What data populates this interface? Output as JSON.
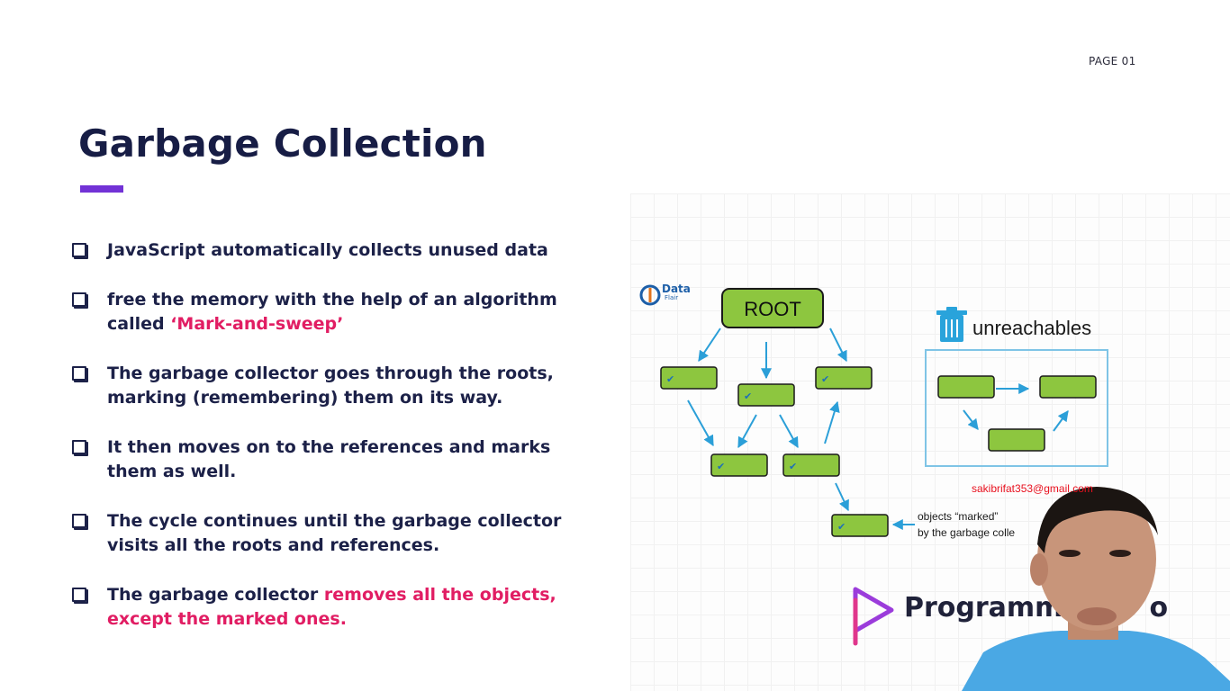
{
  "page": {
    "number_label": "PAGE 01"
  },
  "slide": {
    "title": "Garbage Collection",
    "bullets": [
      {
        "text": "JavaScript automatically collects unused data",
        "highlight": ""
      },
      {
        "text": "free the memory with the help of an algorithm called ",
        "highlight": "‘Mark-and-sweep’"
      },
      {
        "text": "The garbage collector goes through the roots, marking (remembering) them on its way.",
        "highlight": ""
      },
      {
        "text": "It then moves on to the references and marks them as well.",
        "highlight": ""
      },
      {
        "text": "The cycle continues until the garbage collector visits all the roots and references.",
        "highlight": ""
      },
      {
        "text": "The garbage collector ",
        "highlight": "removes all the objects, except the marked ones."
      }
    ]
  },
  "diagram": {
    "brand_top": "Data",
    "brand_bottom": "Flair",
    "root_label": "ROOT",
    "unreachables_label": "unreachables",
    "marked_caption_1": "objects “marked”",
    "marked_caption_2": "by the garbage colle",
    "check_glyph": "✔",
    "colors": {
      "node": "#8dc63f",
      "arrow": "#2b9fd8",
      "box": "#7fc4e6",
      "icon": "#29a3db"
    }
  },
  "watermark": {
    "email": "sakibrifat353@gmail.com"
  },
  "logo": {
    "text": "Programm",
    "text_tail": "o"
  }
}
